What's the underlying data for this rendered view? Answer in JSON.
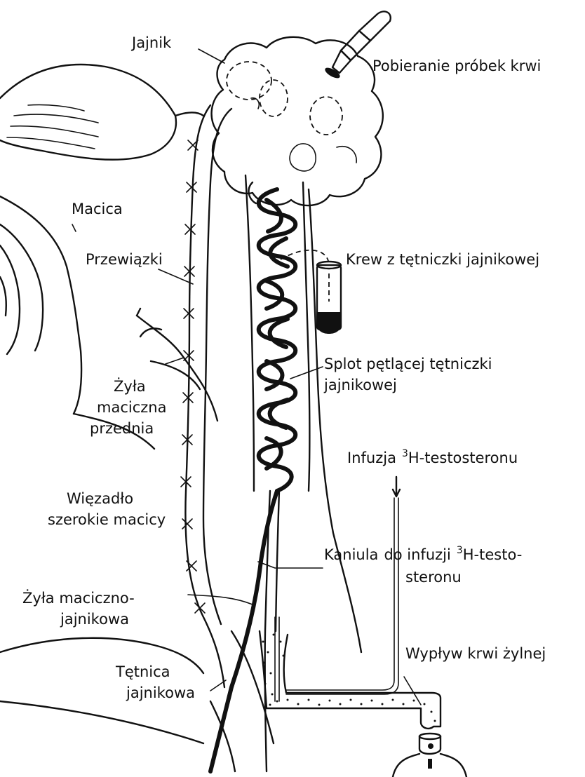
{
  "labels": {
    "ovary": "Jajnik",
    "blood_sampling": "Pobieranie próbek krwi",
    "uterus": "Macica",
    "ligatures": "Przewiązki",
    "ovarian_artery_blood": "Krew z tętniczki jajnikowej",
    "anterior_uterine_vein": [
      "Żyła",
      "maciczna",
      "przednia"
    ],
    "artery_plexus": [
      "Splot pętlącej tętniczki",
      "jajnikowej"
    ],
    "infusion_text": "Infuzja",
    "infusion_sup": "3",
    "infusion_compound": "H-testosteronu",
    "broad_ligament": [
      "Więzadło",
      "szerokie macicy"
    ],
    "cannula_line1_a": "Kaniula",
    "cannula_line1_b": "do infuzji",
    "cannula_line1_sup": "3",
    "cannula_line1_c": "H-testo-",
    "cannula_line2": "steronu",
    "uterine_ovarian_vein": [
      "Żyła maciczno-",
      "jajnikowa"
    ],
    "venous_outflow": "Wypływ krwi żylnej",
    "ovarian_artery": [
      "Tętnica",
      "jajnikowa"
    ]
  },
  "colors": {
    "ink": "#111111",
    "background": "#ffffff"
  }
}
